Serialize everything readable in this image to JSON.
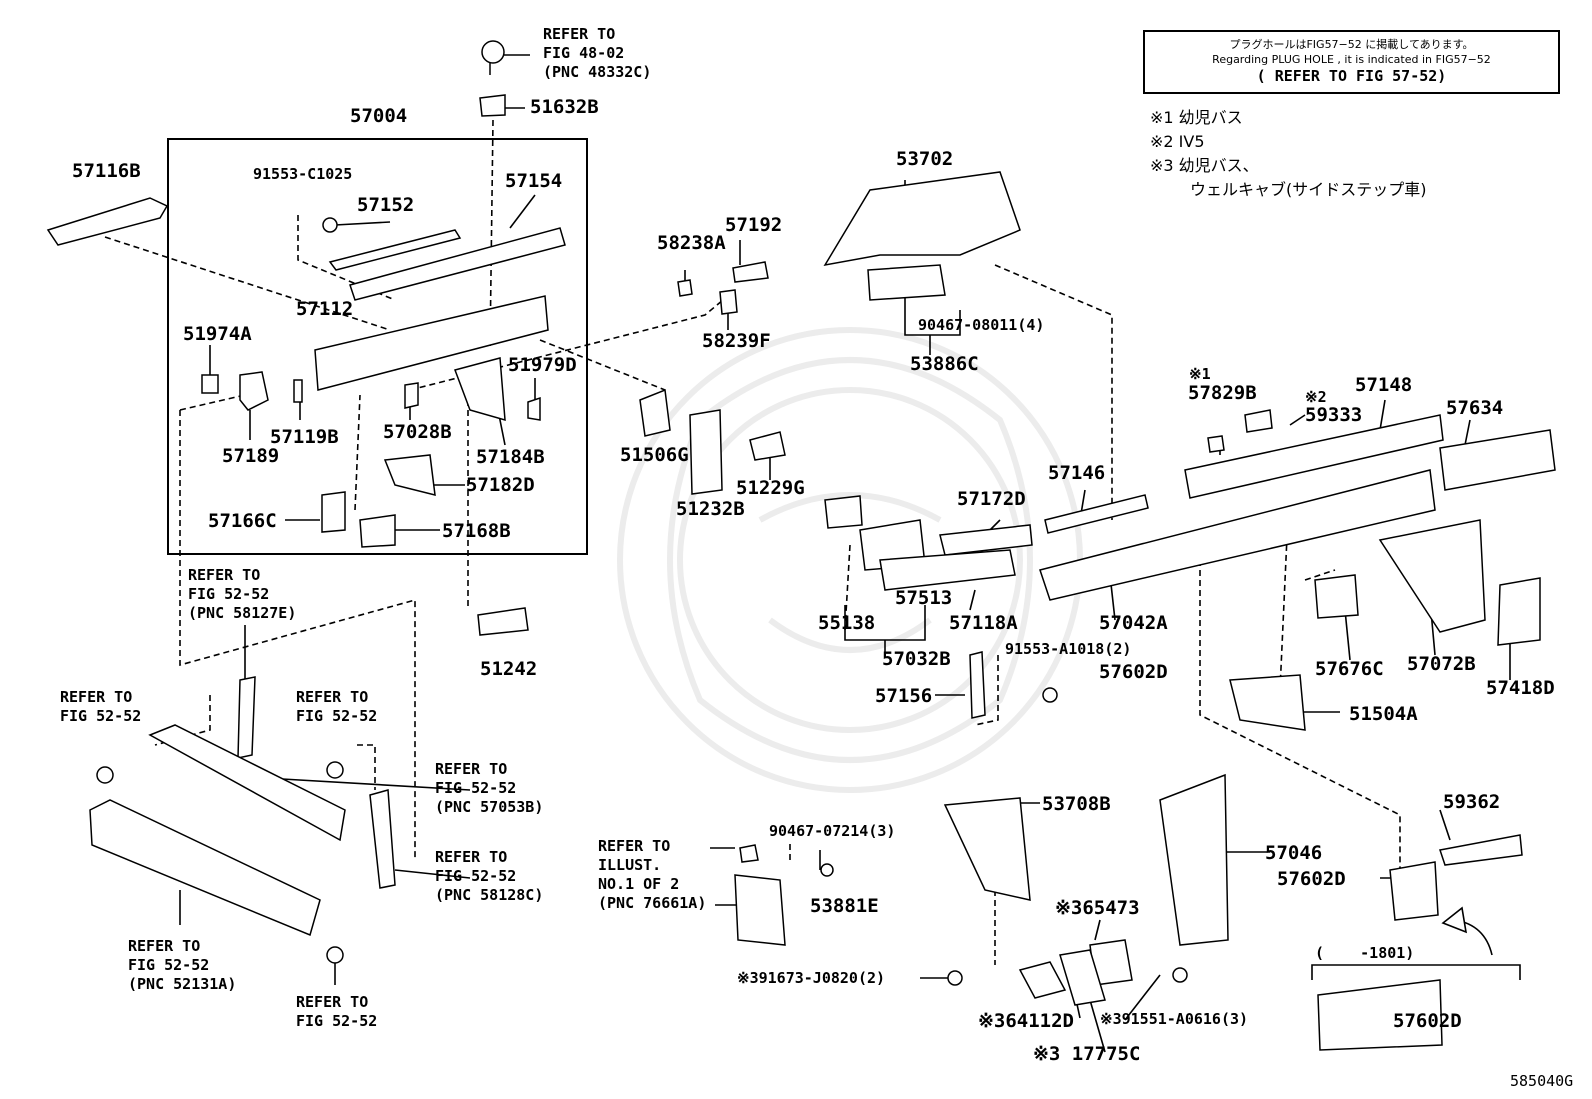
{
  "note": {
    "line1": "プラグホールはFIG57−52 に掲載してあります。",
    "line2": "Regarding PLUG HOLE , it is indicated in FIG57−52",
    "line3": "( REFER TO FIG 57-52)"
  },
  "footnotes": {
    "f1": "※1 幼児バス",
    "f2": "※2 IV5",
    "f3a": "※3 幼児バス、",
    "f3b": "ウェルキャブ(サイドステップ車)"
  },
  "labels": {
    "p57116B": "57116B",
    "p57004": "57004",
    "p91553C1025": "91553-C1025",
    "p57152": "57152",
    "p57154": "57154",
    "p57112": "57112",
    "p51974A": "51974A",
    "p51979D": "51979D",
    "p57119B": "57119B",
    "p57189": "57189",
    "p57028B": "57028B",
    "p57184B": "57184B",
    "p57182D": "57182D",
    "p57166C": "57166C",
    "p57168B": "57168B",
    "p51632B": "51632B",
    "p58238A": "58238A",
    "p57192": "57192",
    "p58239F": "58239F",
    "p51506G": "51506G",
    "p51232B": "51232B",
    "p51229G": "51229G",
    "p51242": "51242",
    "p53702": "53702",
    "p9046708011": "90467-08011(4)",
    "p53886C": "53886C",
    "p57829B": "57829B",
    "p59333": "59333",
    "p57148": "57148",
    "p57634": "57634",
    "p57146": "57146",
    "p57172D": "57172D",
    "p55138": "55138",
    "p57513": "57513",
    "p57118A": "57118A",
    "p57042A": "57042A",
    "p57032B": "57032B",
    "p91553A1018": "91553-A1018(2)",
    "p57602D_a": "57602D",
    "p57676C": "57676C",
    "p57072B": "57072B",
    "p57418D": "57418D",
    "p57156": "57156",
    "p51504A": "51504A",
    "p53708B": "53708B",
    "p57046": "57046",
    "p59362": "59362",
    "p57602D_b": "57602D",
    "p9046707214": "90467-07214(3)",
    "p53881E": "53881E",
    "p65473": "※365473",
    "p91673J0820": "※391673-J0820(2)",
    "p64112D": "※364112D",
    "p91551A0616": "※391551-A0616(3)",
    "p17775C": "※3 17775C",
    "p57602D_c": "57602D",
    "range": "(    -1801)",
    "mark1": "※1",
    "mark2": "※2",
    "fig": "585040G"
  },
  "refs": {
    "r4802": "REFER TO\nFIG 48-02\n(PNC 48332C)",
    "r5252_58127E": "REFER TO\nFIG 52-52\n(PNC 58127E)",
    "r5252_left": "REFER TO\nFIG 52-52",
    "r5252_mid": "REFER TO\nFIG 52-52",
    "r5252_57053B": "REFER TO\nFIG 52-52\n(PNC 57053B)",
    "r5252_58128C": "REFER TO\nFIG 52-52\n(PNC 58128C)",
    "r5252_52131A": "REFER TO\nFIG 52-52\n(PNC 52131A)",
    "r5252_bottom": "REFER TO\nFIG 52-52",
    "rIllust": "REFER TO\nILLUST.\nNO.1 OF 2\n(PNC 76661A)"
  }
}
